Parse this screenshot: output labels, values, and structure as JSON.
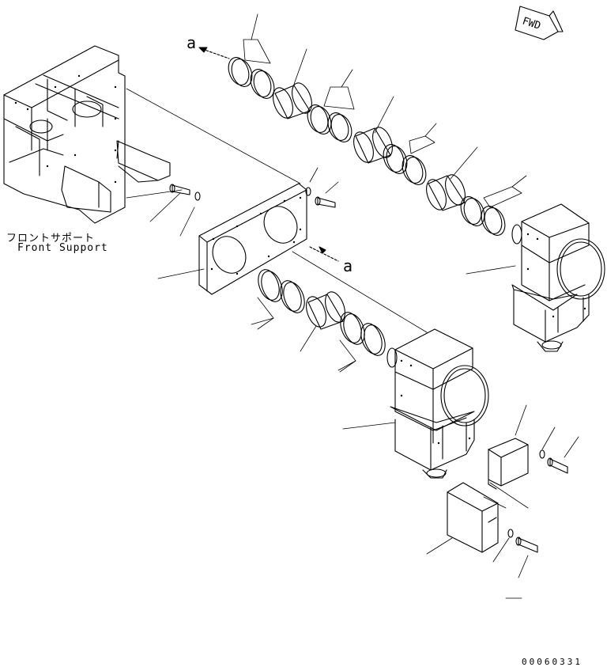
{
  "labels": {
    "front_support_jp": "フロントサポート",
    "front_support_en": "Front Support",
    "view_arrow_top": "a",
    "view_arrow_mid": "a",
    "fwd": "FWD",
    "drawing_number": "00060331"
  },
  "colors": {
    "line": "#000000",
    "background": "#ffffff"
  }
}
